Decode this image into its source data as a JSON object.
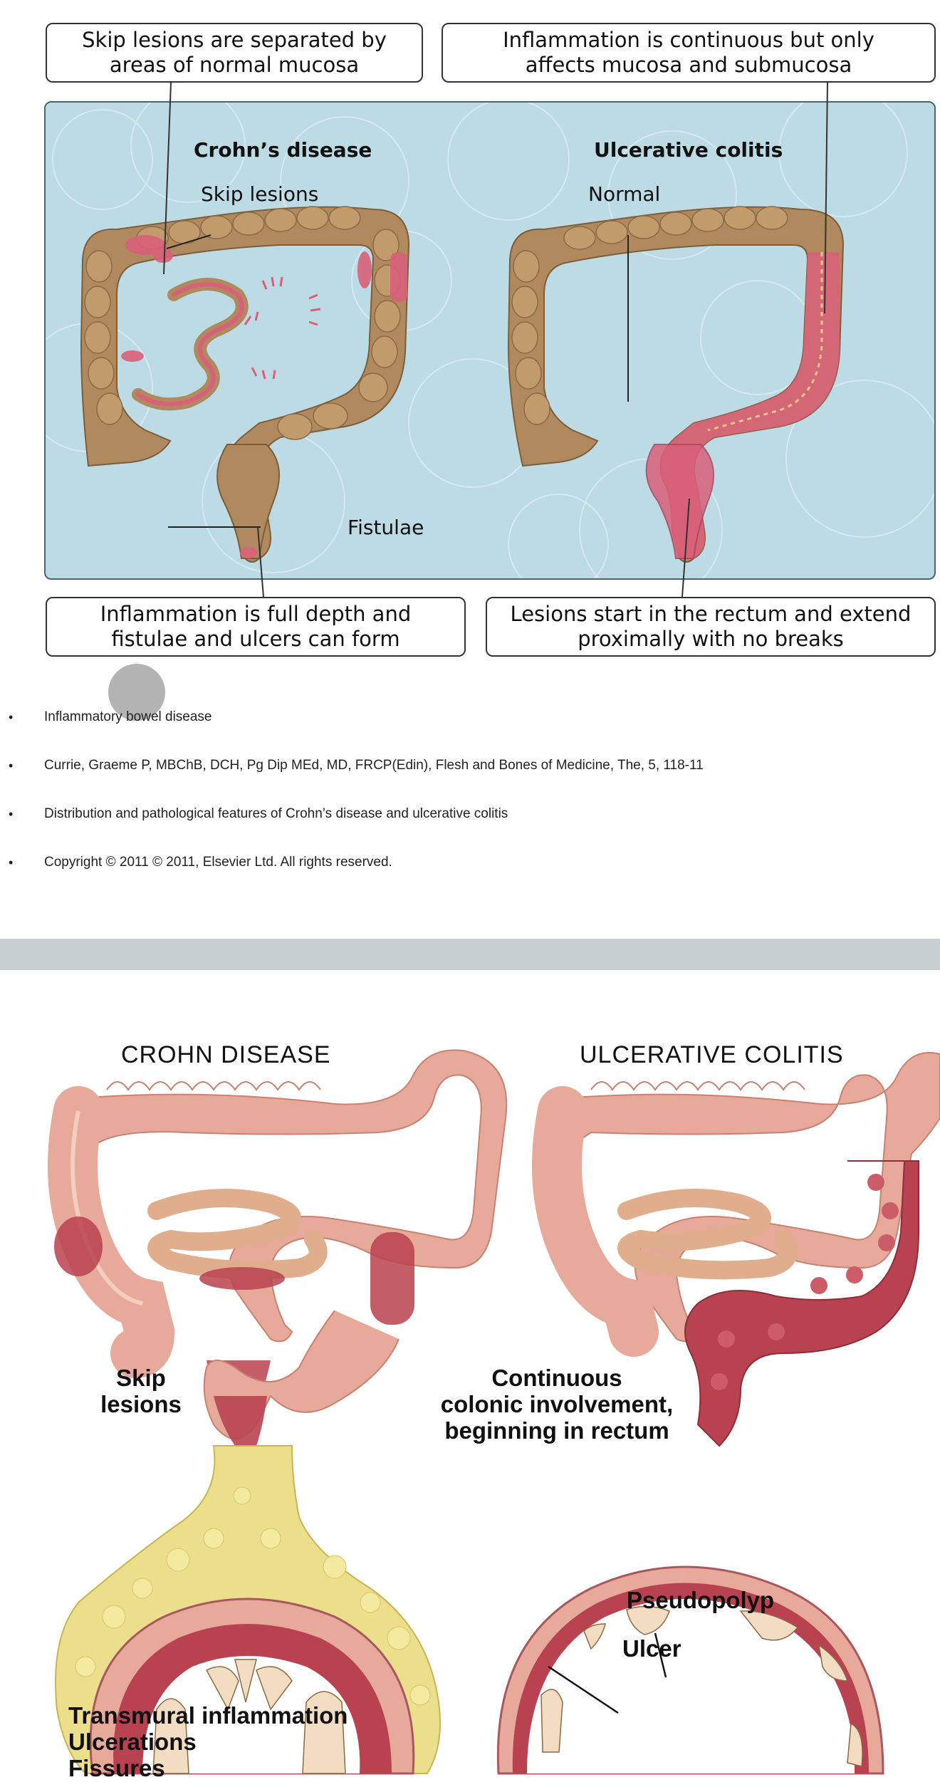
{
  "figure1": {
    "callouts": {
      "top_left": "Skip lesions are separated by\nareas of normal mucosa",
      "top_right": "Inflammation is continuous but only\naffects mucosa  and submucosa",
      "bottom_left": "Inflammation is full depth and\nfistulae and ulcers can form",
      "bottom_right": "Lesions start in the rectum and extend\nproximally with no breaks"
    },
    "labels": {
      "crohn_title": "Crohn’s disease",
      "uc_title": "Ulcerative colitis",
      "skip_lesions": "Skip lesions",
      "normal": "Normal",
      "fistulae": "Fistulae"
    },
    "colors": {
      "panel_bg": "#bcdbe5",
      "bowel": "#b08a5e",
      "inflamed": "#d9607a"
    }
  },
  "citation": {
    "items": [
      "Inflammatory bowel disease",
      "Currie, Graeme P, MBChB, DCH, Pg Dip MEd, MD, FRCP(Edin), Flesh and Bones of Medicine, The, 5, 118-11",
      "Distribution and pathological features of Crohn’s disease and ulcerative colitis",
      "Copyright ©  2011   © 2011, Elsevier Ltd. All rights reserved."
    ],
    "bullet_glyph": "•"
  },
  "figure2": {
    "titles": {
      "left": "CROHN DISEASE",
      "right": "ULCERATIVE COLITIS"
    },
    "labels": {
      "skip": "Skip\nlesions",
      "continuous": "Continuous\ncolonic involvement,\nbeginning in rectum",
      "pseudopolyp": "Pseudopolyp",
      "ulcer": "Ulcer",
      "transmural": "Transmural inflammation\nUlcerations\nFissures"
    },
    "colors": {
      "colon": "#e6a99a",
      "inflamed": "#b8424f",
      "fat": "#ecdf8c"
    }
  }
}
